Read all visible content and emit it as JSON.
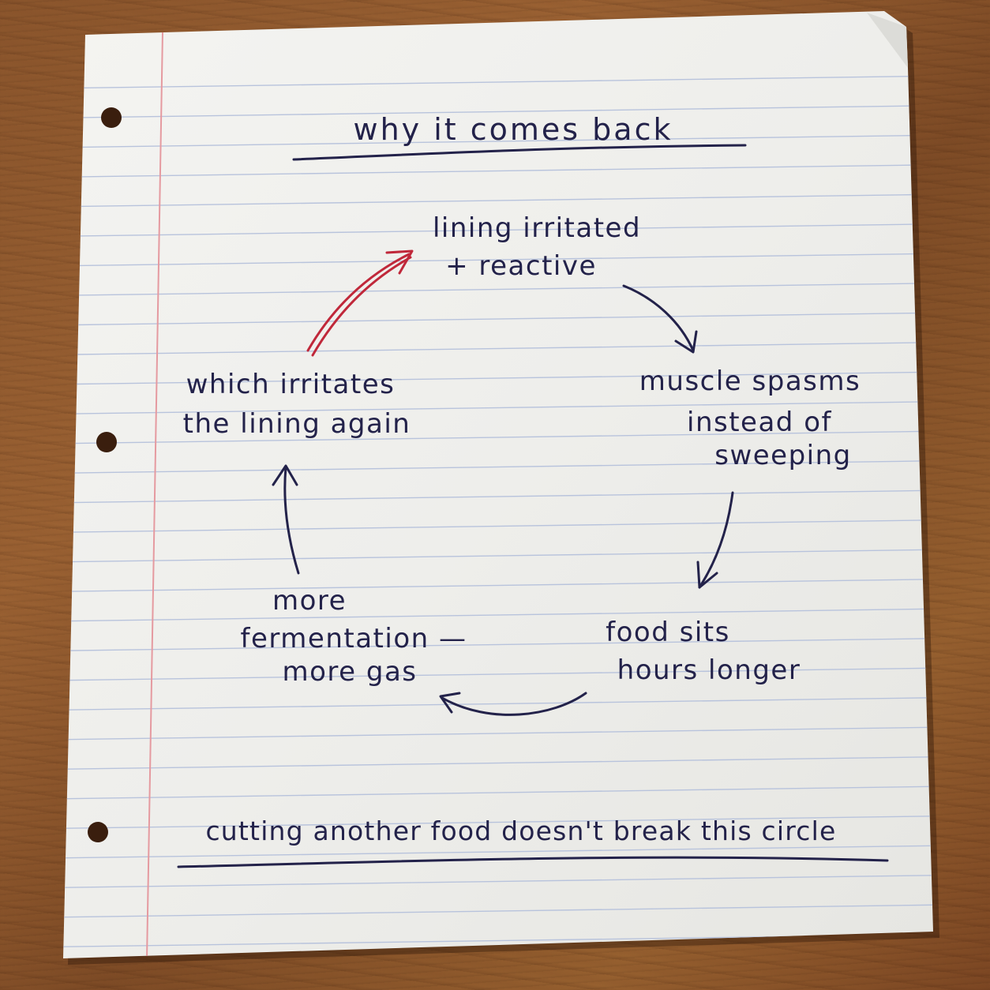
{
  "title": "why it comes back",
  "cycle": {
    "node1": {
      "lines": [
        "lining irritated",
        "+ reactive"
      ]
    },
    "node2": {
      "lines": [
        "muscle spasms",
        "instead of",
        "sweeping"
      ]
    },
    "node3": {
      "lines": [
        "food sits",
        "hours longer"
      ]
    },
    "node4": {
      "lines": [
        "more",
        "fermentation —",
        "more gas"
      ]
    },
    "node5": {
      "lines": [
        "which irritates",
        "the lining again"
      ]
    }
  },
  "footer": "cutting another food doesn't break this circle",
  "colors": {
    "ink": "#23224a",
    "highlight": "#c0283a",
    "paper": "#f2f2ef",
    "rule_line": "#b8c3dc",
    "margin_line": "#e59aa0"
  }
}
